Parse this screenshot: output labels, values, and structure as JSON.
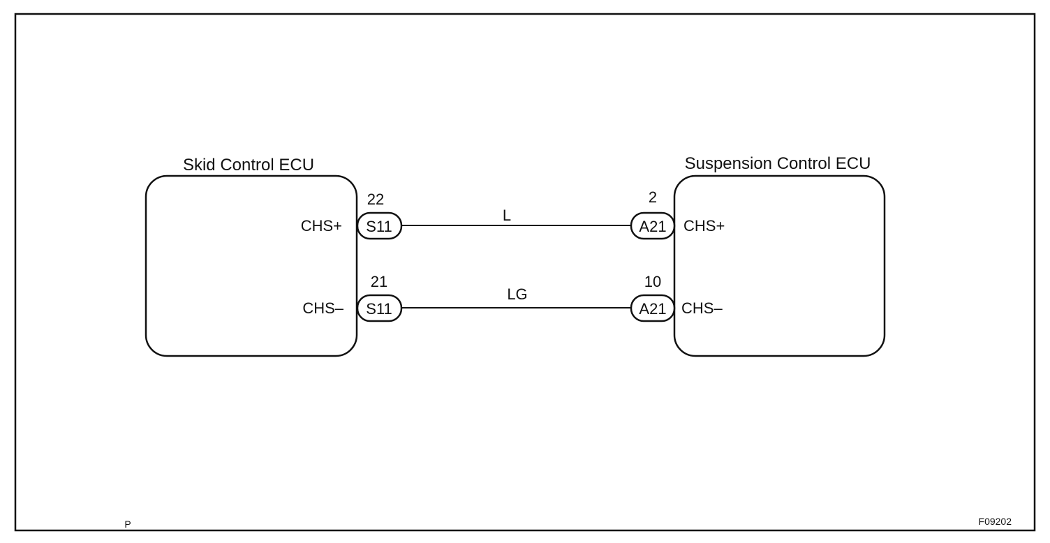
{
  "ecus": {
    "left": {
      "title": "Skid Control ECU"
    },
    "right": {
      "title": "Suspension Control ECU"
    }
  },
  "circuits": [
    {
      "left_terminal": "CHS+",
      "left_connector": "S11",
      "left_pin": "22",
      "wire_color": "L",
      "right_connector": "A21",
      "right_pin": "2",
      "right_terminal": "CHS+"
    },
    {
      "left_terminal": "CHS–",
      "left_connector": "S11",
      "left_pin": "21",
      "wire_color": "LG",
      "right_connector": "A21",
      "right_pin": "10",
      "right_terminal": "CHS–"
    }
  ],
  "footer": {
    "left_mark": "P",
    "figure_code": "F09202"
  }
}
